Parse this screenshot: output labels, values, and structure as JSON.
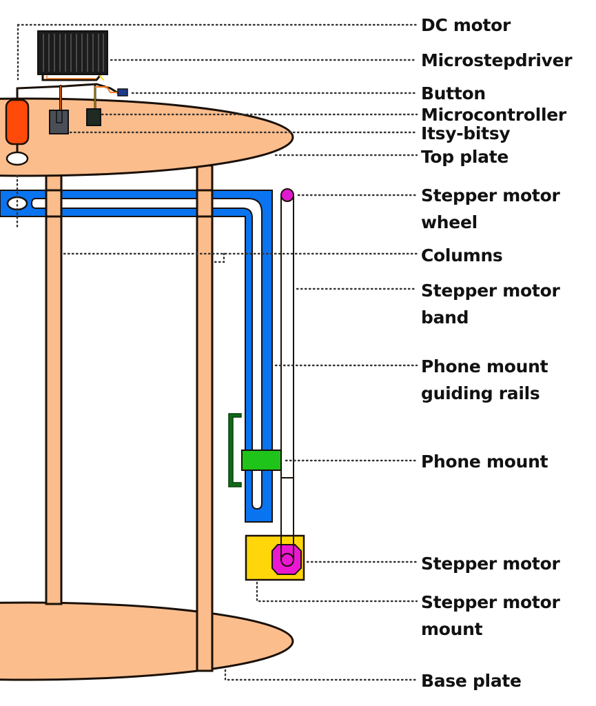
{
  "title": "Phone scanning rig components",
  "colors": {
    "plate": "#fcbd8c",
    "outline": "#1a1008",
    "rail": "#0a74f0",
    "dc_motor": "#ff4a0a",
    "driver": "#1c1c1c",
    "phone_mount": "#1fc41a",
    "phone_clamp": "#0e6b16",
    "stepper_motor": "#ea18d0",
    "stepper_mount": "#ffd60a",
    "wheel": "#e01ad0"
  },
  "labels": [
    {
      "id": "dc-motor",
      "lines": [
        "DC motor"
      ]
    },
    {
      "id": "microstepdriver",
      "lines": [
        "Microstepdriver"
      ]
    },
    {
      "id": "button",
      "lines": [
        "Button"
      ]
    },
    {
      "id": "microcontroller",
      "lines": [
        "Microcontroller"
      ]
    },
    {
      "id": "itsy-bitsy",
      "lines": [
        "Itsy-bitsy"
      ]
    },
    {
      "id": "top-plate",
      "lines": [
        "Top plate"
      ]
    },
    {
      "id": "stepper-motor-wheel",
      "lines": [
        "Stepper motor",
        "wheel"
      ]
    },
    {
      "id": "columns",
      "lines": [
        "Columns"
      ]
    },
    {
      "id": "stepper-motor-band",
      "lines": [
        "Stepper motor",
        "band"
      ]
    },
    {
      "id": "phone-mount-guiding-rails",
      "lines": [
        "Phone mount",
        "guiding rails"
      ]
    },
    {
      "id": "phone-mount",
      "lines": [
        "Phone mount"
      ]
    },
    {
      "id": "stepper-motor",
      "lines": [
        "Stepper motor"
      ]
    },
    {
      "id": "stepper-motor-mount",
      "lines": [
        "Stepper motor",
        "mount"
      ]
    },
    {
      "id": "base-plate",
      "lines": [
        "Base plate"
      ]
    }
  ]
}
